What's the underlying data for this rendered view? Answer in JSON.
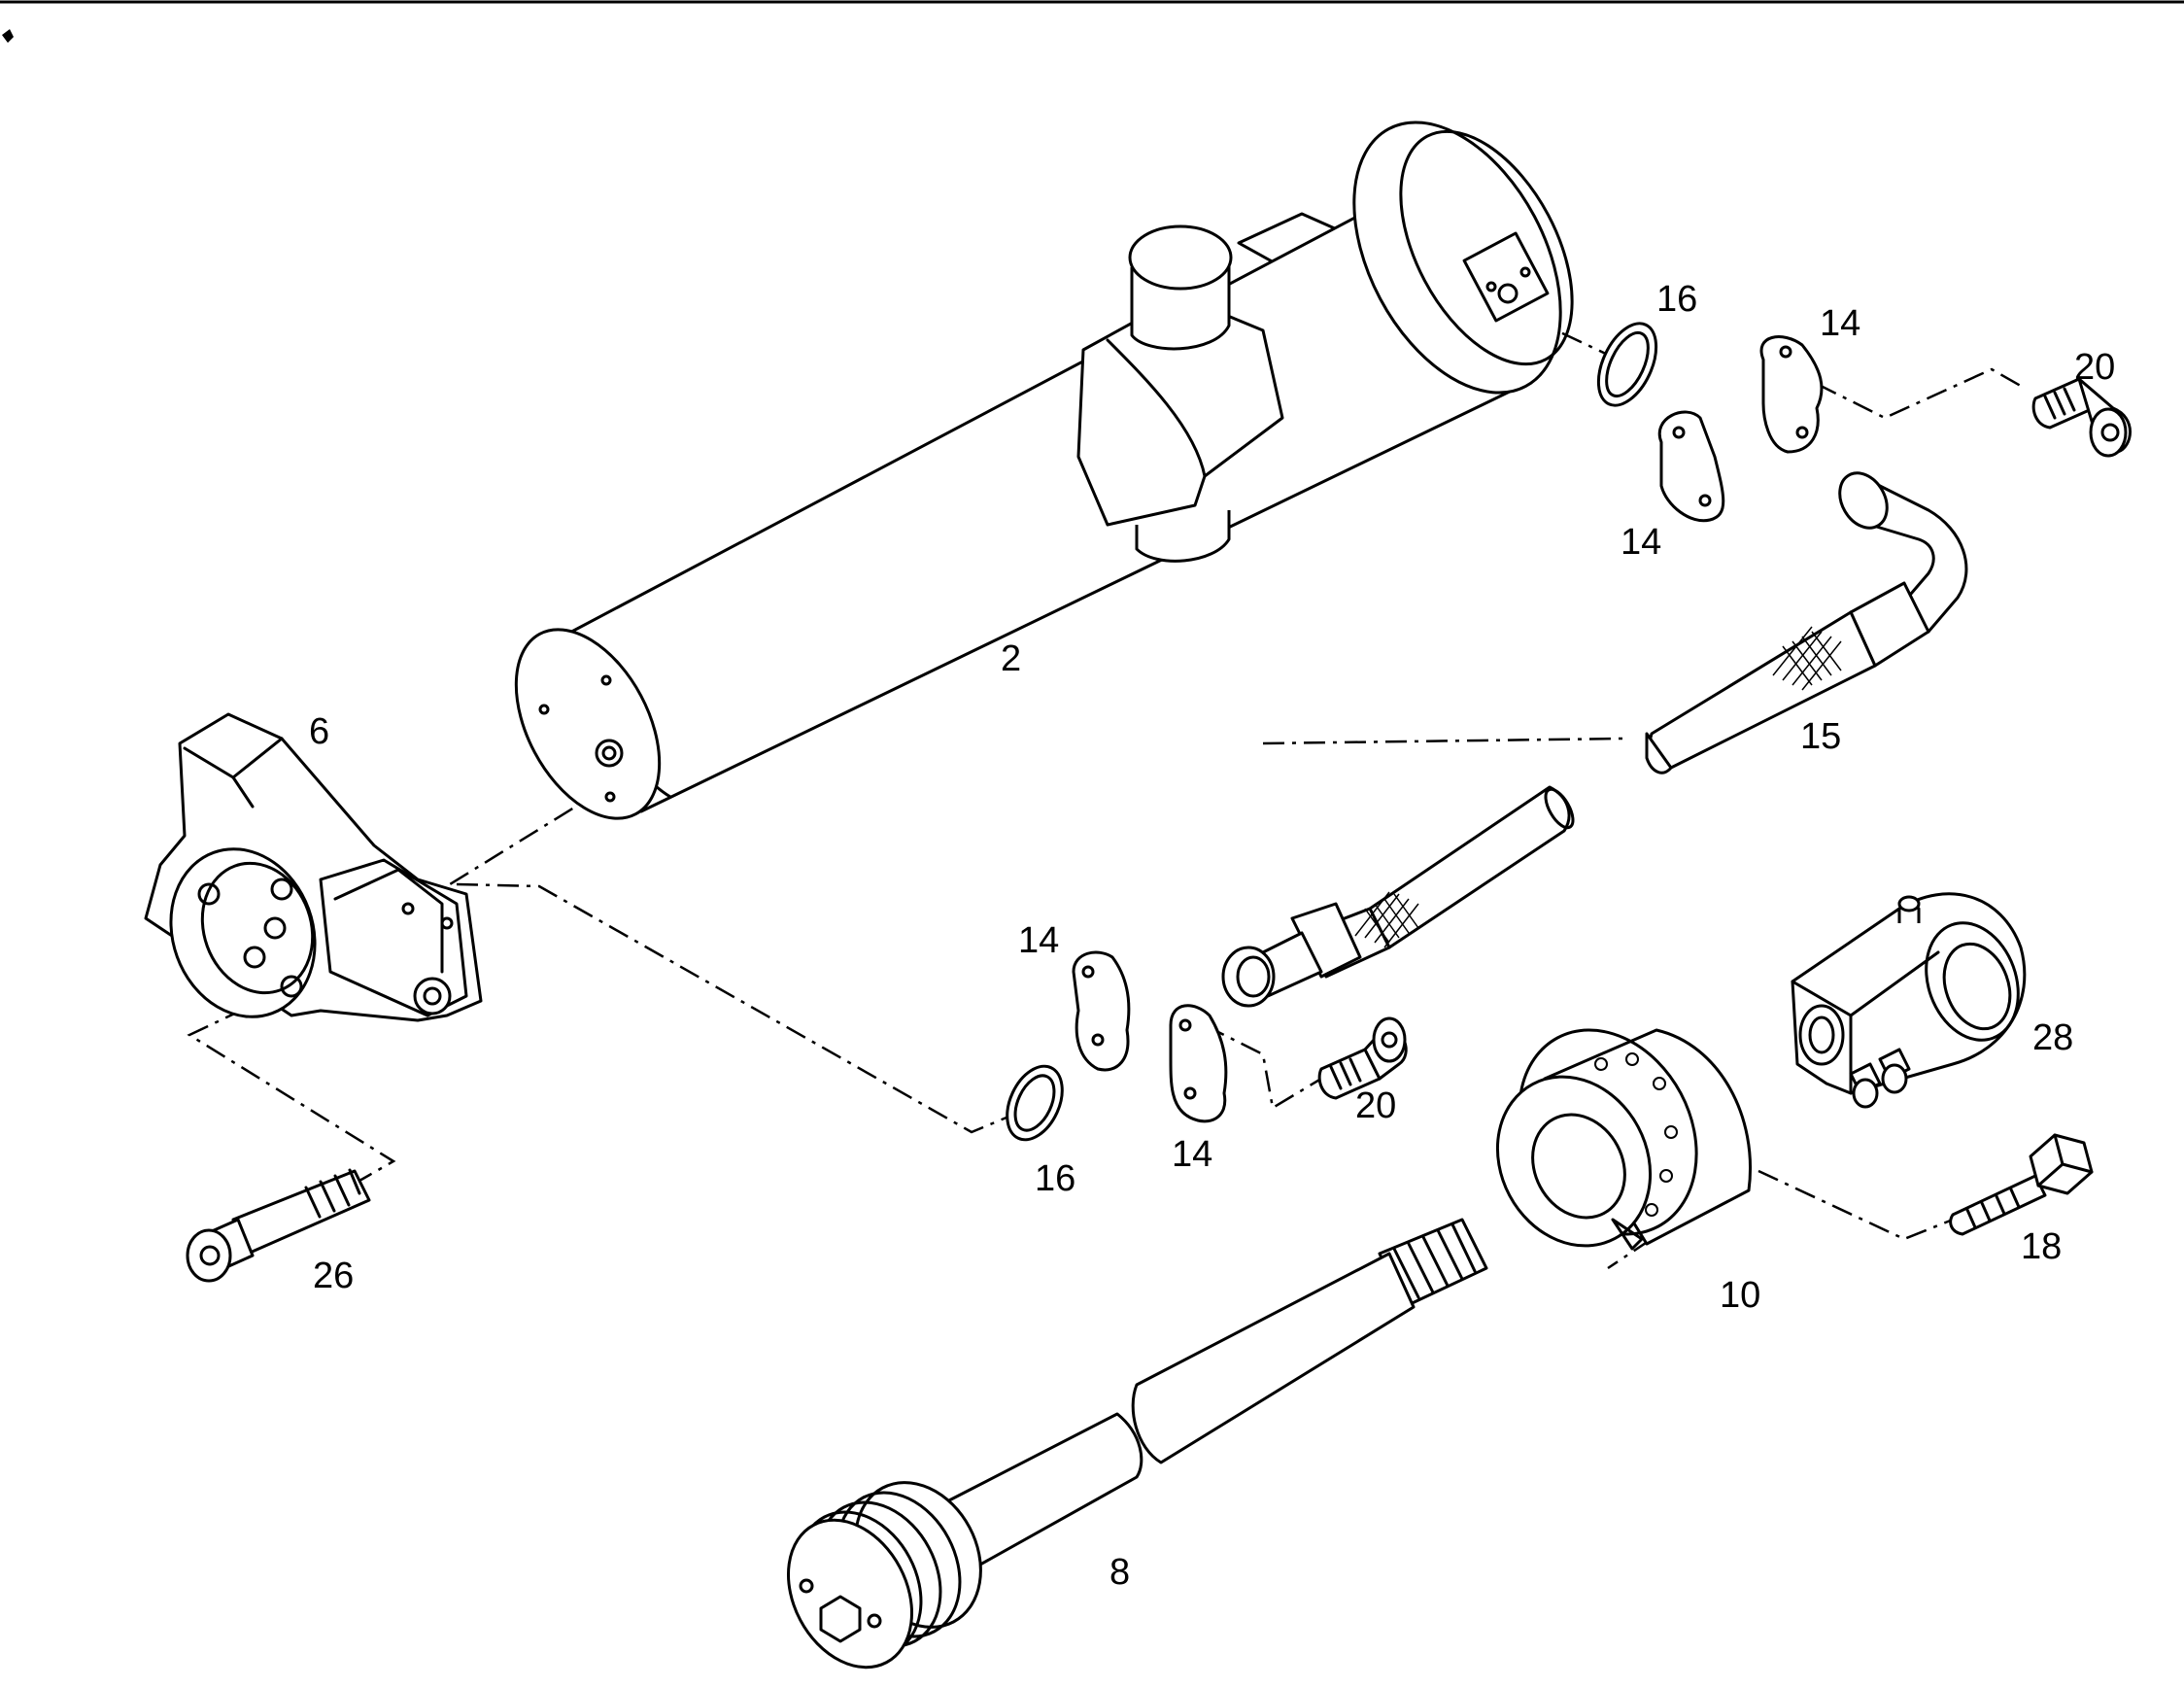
{
  "callouts": {
    "c2": "2",
    "c6": "6",
    "c8": "8",
    "c10": "10",
    "c14a": "14",
    "c14b": "14",
    "c14c": "14",
    "c14d": "14",
    "c15": "15",
    "c16a": "16",
    "c16b": "16",
    "c18": "18",
    "c20a": "20",
    "c20b": "20",
    "c26": "26",
    "c28": "28"
  }
}
